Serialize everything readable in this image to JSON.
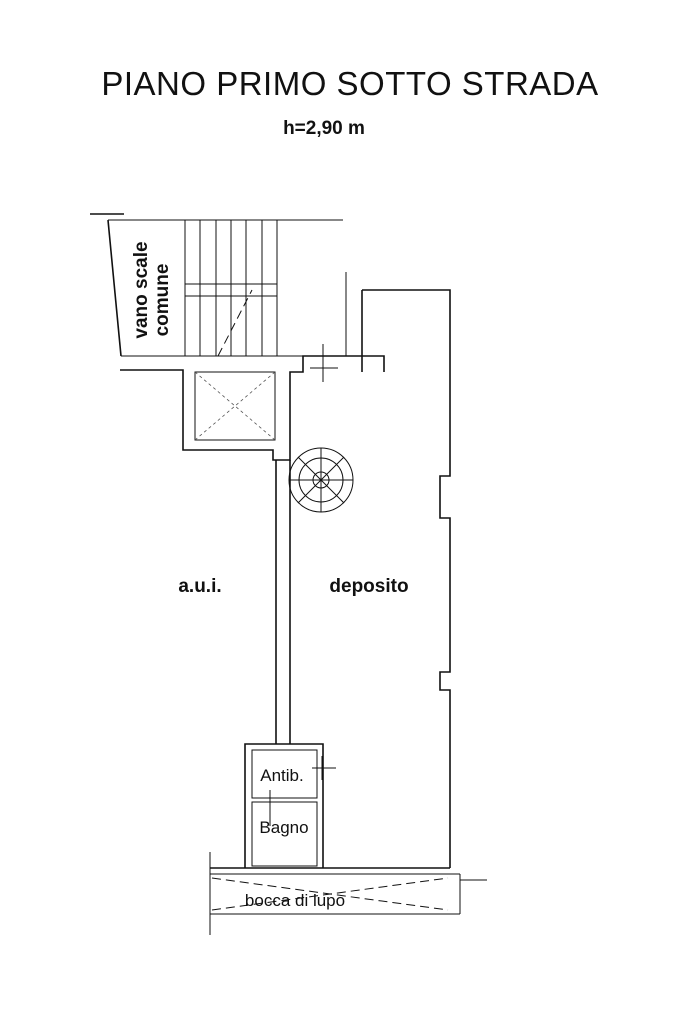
{
  "header": {
    "title": "PIANO PRIMO SOTTO STRADA",
    "height_label": "h=2,90 m"
  },
  "rooms": {
    "stair_line1": "vano scale",
    "stair_line2": "comune",
    "aui": "a.u.i.",
    "deposito": "deposito",
    "antibagno": "Antib.",
    "bagno": "Bagno",
    "bocca_di_lupo": "bocca di lupo"
  }
}
